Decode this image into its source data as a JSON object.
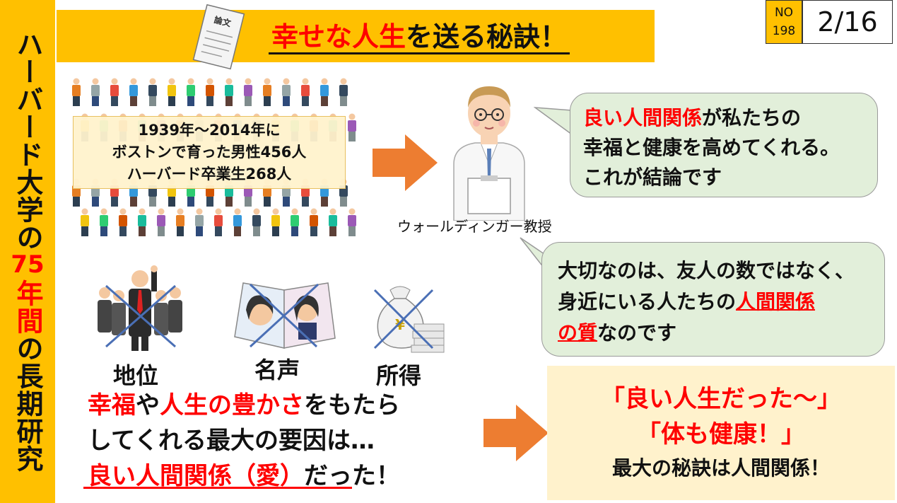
{
  "sidebar": {
    "line1": "ハーバード大学の",
    "years": "75",
    "line2": "年間",
    "line3": "の長期研究"
  },
  "header": {
    "title_red": "幸せな人生",
    "title_black": "を送る秘訣！",
    "paper_label": "論文"
  },
  "page": {
    "no_label": "NO",
    "no_value": "198",
    "page_indicator": "2/16"
  },
  "study": {
    "line1": "1939年～2014年に",
    "line2": "ボストンで育った男性456人",
    "line3": "ハーバード卒業生268人"
  },
  "professor": {
    "label": "ウォールディンガー教授"
  },
  "bubble1": {
    "red": "良い人間関係",
    "text1": "が私たちの",
    "text2": "幸福と健康を高めてくれる。",
    "text3": "これが結論です"
  },
  "bubble2": {
    "text1": "大切なのは、友人の数ではなく、",
    "text2": "身近にいる人たちの",
    "red1": "人間関係",
    "red2": "の質",
    "text3": "なのです"
  },
  "items": [
    {
      "label": "地位",
      "icon": "business-people-icon"
    },
    {
      "label": "名声",
      "icon": "magazine-icon"
    },
    {
      "label": "所得",
      "icon": "money-bag-icon"
    }
  ],
  "conclusion": {
    "red1": "幸福",
    "text1": "や",
    "red2": "人生の豊かさ",
    "text2": "をもたら",
    "line2": "してくれる最大の要因は…",
    "red3": "良い人間関係（愛）",
    "text3": "だった！"
  },
  "result": {
    "line1": "「良い人生だった～」",
    "line2": "「体も健康！」",
    "line3": "最大の秘訣は人間関係！"
  },
  "colors": {
    "accent": "#FFC000",
    "red": "#FF0000",
    "bubble": "#E2EFDA",
    "result_bg": "#FFF2CC",
    "arrow": "#ED7D31"
  }
}
